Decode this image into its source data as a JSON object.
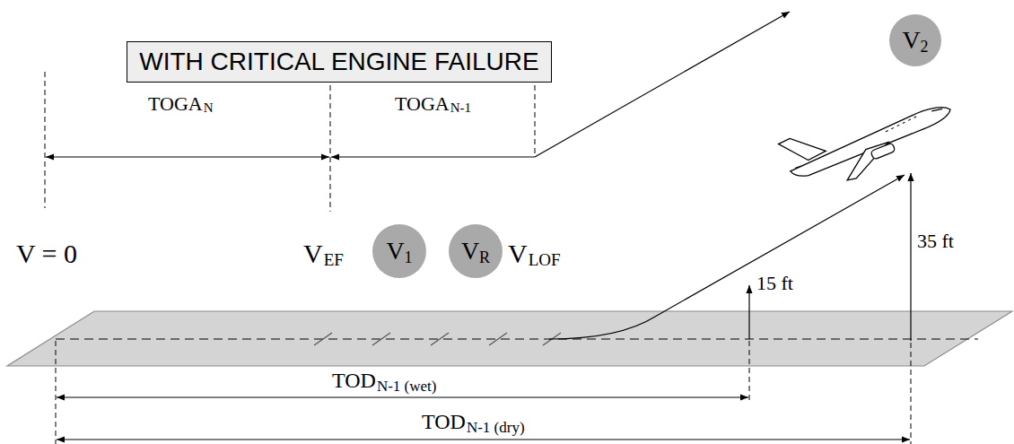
{
  "diagram": {
    "nodes": [
      {
        "text": [
          "WITH CRITICAL ENGINE FAILURE"
        ]
      },
      {
        "text": [
          "V",
          "1"
        ]
      },
      {
        "text": [
          "V",
          "R"
        ]
      },
      {
        "text": [
          "V",
          "2"
        ]
      }
    ],
    "labels": [
      "TOGA",
      "N",
      "TOGA",
      "N-1",
      "V = 0",
      "V",
      "EF",
      "V",
      "LOF",
      "15 ft",
      "35 ft",
      "TOD",
      "N-1 (wet)",
      "TOD",
      "N-1 (dry)"
    ]
  }
}
